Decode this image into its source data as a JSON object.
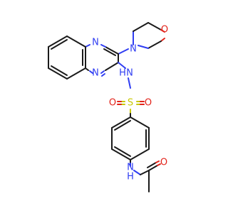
{
  "molecule": {
    "atoms": {
      "n_morph": "N",
      "o_morph": "O",
      "n_q1": "N",
      "n_q2": "N",
      "n_h": "H",
      "n_nh": "N",
      "s": "S",
      "o_s1": "O",
      "o_s2": "O",
      "n_amide": "N",
      "h_amide": "H",
      "o_amide": "O"
    },
    "colors": {
      "carbon": "#1a1a1a",
      "nitrogen": "#2f3df2",
      "oxygen": "#e2231a",
      "sulfur": "#c8c800"
    }
  }
}
